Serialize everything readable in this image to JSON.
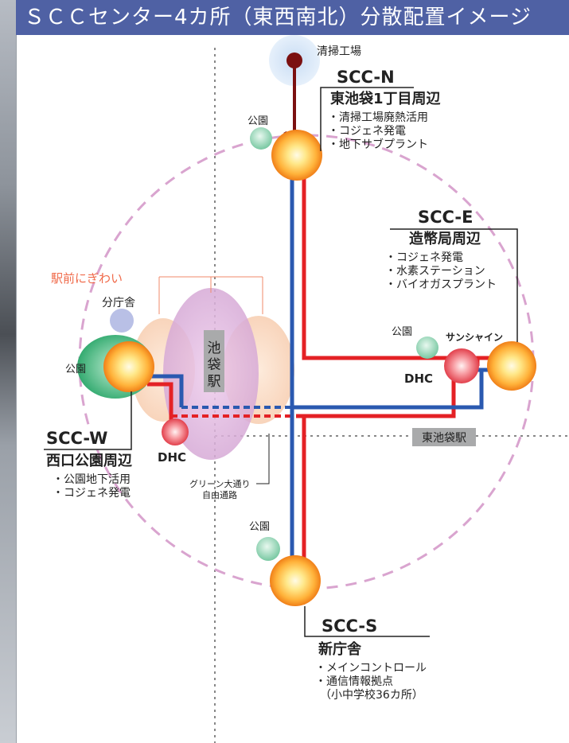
{
  "title": "ＳＣＣセンター4カ所（東西南北）分散配置イメージ",
  "labels": {
    "cleaning_plant": "清掃工場",
    "scc_n_title": "SCC-N",
    "scc_n_sub": "東池袋1丁目周辺",
    "scc_n_items": [
      "・清掃工場廃熱活用",
      "・コジェネ発電",
      "・地下サブプラント"
    ],
    "park": "公園",
    "scc_e_title": "SCC-E",
    "scc_e_sub": "造幣局周辺",
    "scc_e_items": [
      "・コジェネ発電",
      "・水素ステーション",
      "・バイオガスプラント"
    ],
    "ekimae": "駅前にぎわい",
    "bunchosha": "分庁舎",
    "station_v1": "池",
    "station_v2": "袋",
    "station_v3": "駅",
    "sunshine": "サンシャイン",
    "dhc": "DHC",
    "higashi_station": "東池袋駅",
    "scc_w_title": "SCC-W",
    "scc_w_sub": "西口公園周辺",
    "scc_w_items": [
      "・公園地下活用",
      "・コジェネ発電"
    ],
    "green_line1": "グリーン大通り",
    "green_line2": "自由通路",
    "scc_s_title": "SCC-S",
    "scc_s_sub": "新庁舎",
    "scc_s_items": [
      "・メインコントロール",
      "・通信情報拠点",
      "（小中学校36カ所）"
    ]
  },
  "colors": {
    "title_bar": "#4f61a4",
    "red_line": "#e42125",
    "blue_line": "#2a59b0",
    "plant_arrow": "#7b1010",
    "dashed_circle": "#d9a4cf"
  }
}
